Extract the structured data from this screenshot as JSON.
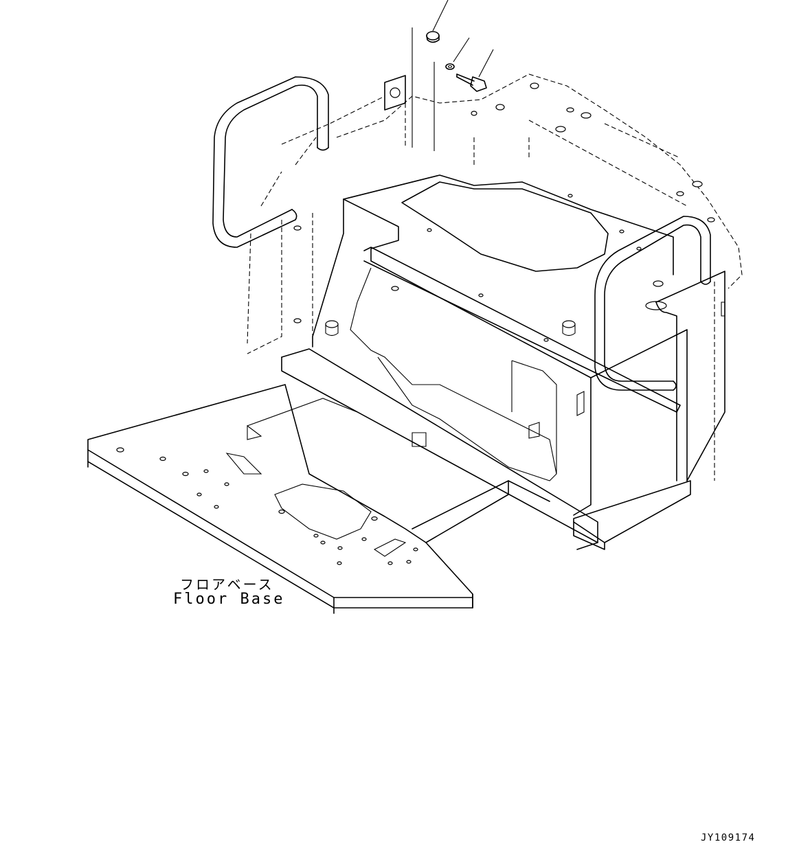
{
  "labels": {
    "part_name_jp": "フロアベース",
    "part_name_en": "Floor Base",
    "drawing_number": "JY109174"
  },
  "callouts": [
    {
      "name": "cap"
    },
    {
      "name": "washer"
    },
    {
      "name": "bolt"
    }
  ]
}
